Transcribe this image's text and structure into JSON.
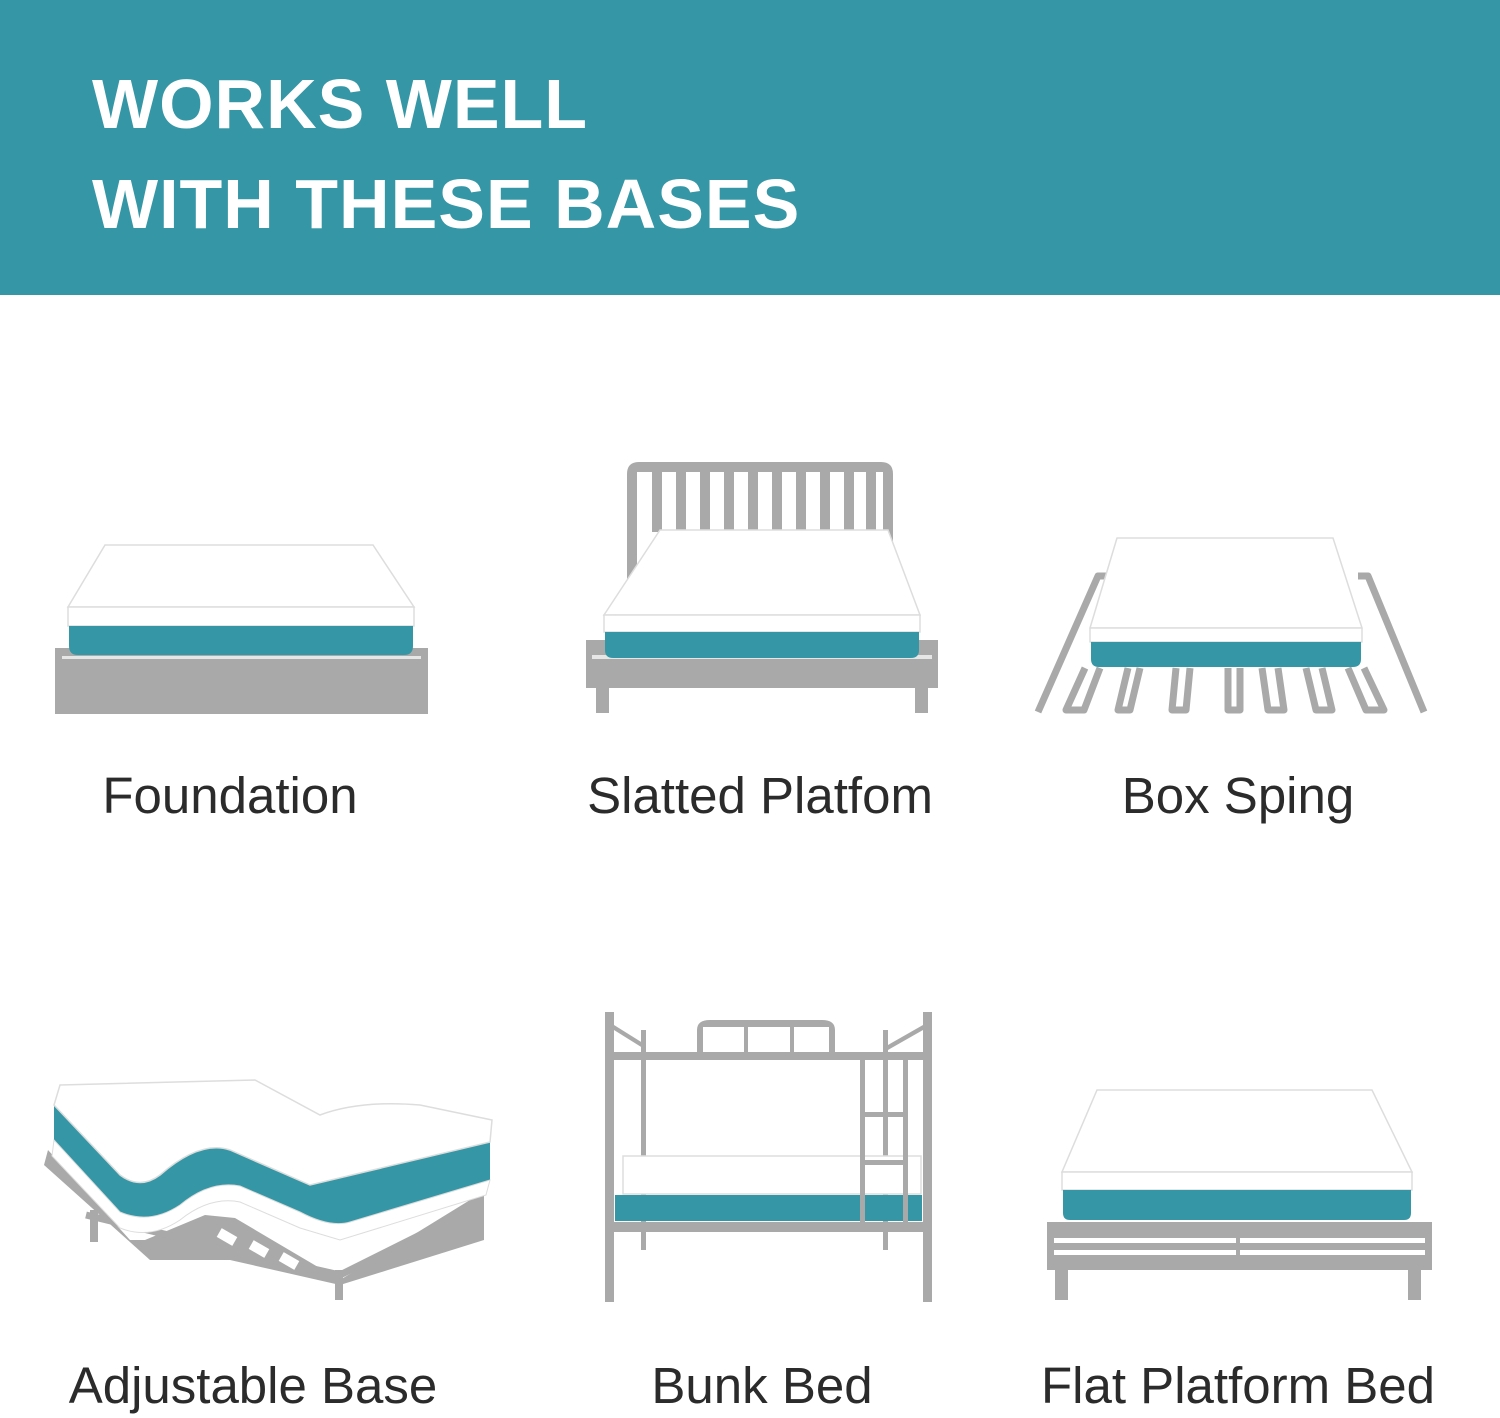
{
  "header": {
    "title_line1": "WORKS WELL",
    "title_line2": "WITH THESE BASES",
    "background_color": "#3597a6"
  },
  "bases": [
    {
      "label": "Foundation",
      "icon": "foundation-bed-icon"
    },
    {
      "label": "Slatted Platfom",
      "icon": "slatted-platform-bed-icon"
    },
    {
      "label": "Box Sping",
      "icon": "box-spring-bed-icon"
    },
    {
      "label": "Adjustable Base",
      "icon": "adjustable-base-bed-icon"
    },
    {
      "label": "Bunk Bed",
      "icon": "bunk-bed-icon"
    },
    {
      "label": "Flat Platform Bed",
      "icon": "flat-platform-bed-icon"
    }
  ],
  "colors": {
    "mattress": "#3597a6",
    "frame": "#a9a9a9"
  }
}
